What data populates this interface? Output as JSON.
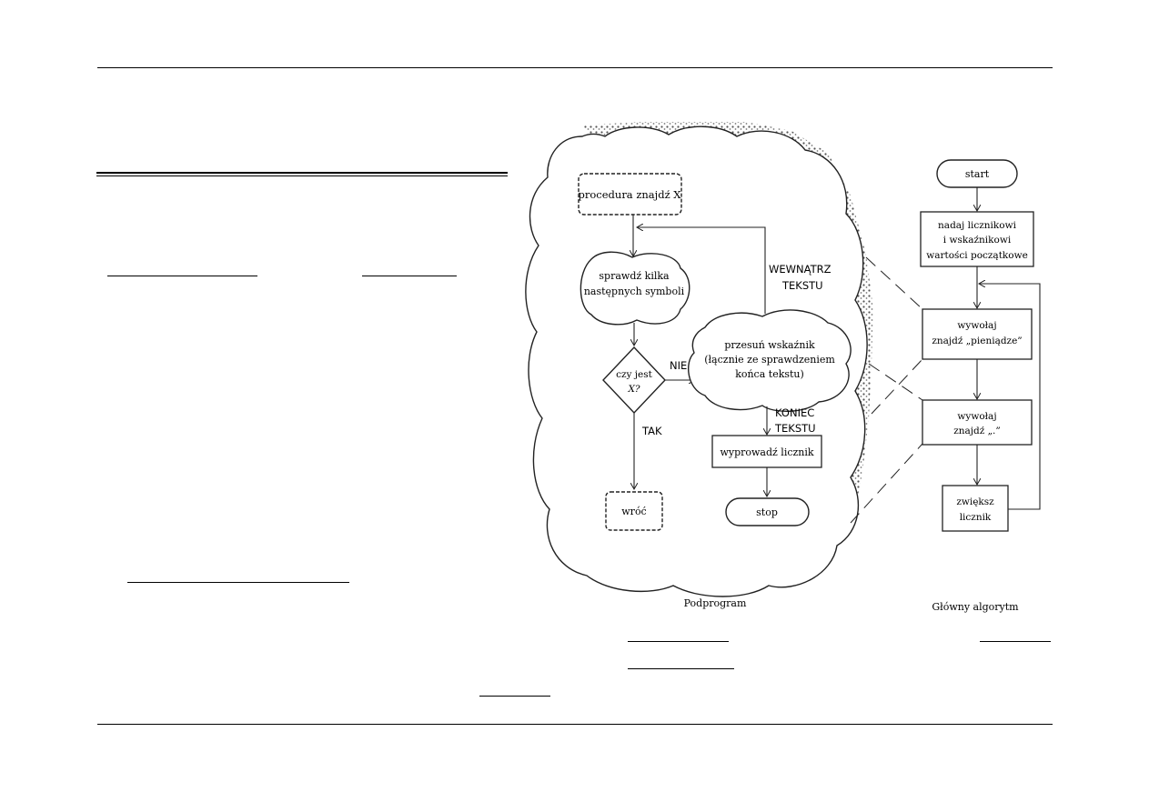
{
  "subprogram": {
    "caption": "Podprogram",
    "procedure_label": "procedura znajdź X",
    "check_line1": "sprawdź kilka",
    "check_line2": "następnych symboli",
    "decision_line1": "czy jest",
    "decision_line2": "X?",
    "no_label": "NIE",
    "yes_label": "TAK",
    "inside_line1": "WEWNĄTRZ",
    "inside_line2": "TEKSTU",
    "move_line1": "przesuń wskaźnik",
    "move_line2": "(łącznie ze sprawdzeniem",
    "move_line3": "końca tekstu)",
    "end_line1": "KONIEC",
    "end_line2": "TEKSTU",
    "output_label": "wyprowadź licznik",
    "return_label": "wróć",
    "stop_label": "stop"
  },
  "main": {
    "caption": "Główny algorytm",
    "start_label": "start",
    "init_line1": "nadaj licznikowi",
    "init_line2": "i wskaźnikowi",
    "init_line3": "wartości początkowe",
    "call1_line1": "wywołaj",
    "call1_line2": "znajdź „pieniądze”",
    "call2_line1": "wywołaj",
    "call2_line2": "znajdź „.”",
    "inc_line1": "zwiększ",
    "inc_line2": "licznik"
  }
}
